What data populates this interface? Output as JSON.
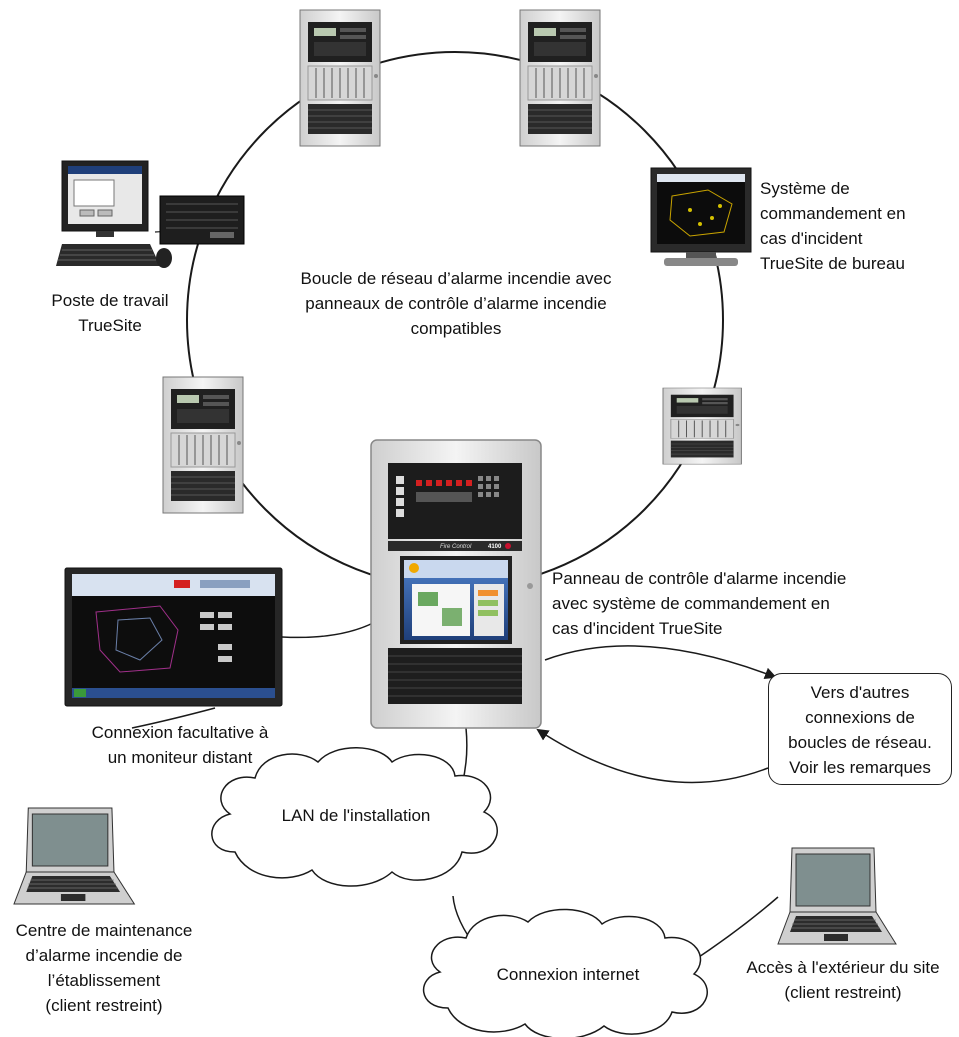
{
  "labels": {
    "network_loop": [
      "Boucle de réseau d’alarme incendie avec",
      "panneaux de contrôle d’alarme incendie",
      "compatibles"
    ],
    "workstation": [
      "Poste de travail",
      "TrueSite"
    ],
    "desktop_system": [
      "Système de",
      "commandement en",
      "cas d'incident",
      "TrueSite de bureau"
    ],
    "main_panel": [
      "Panneau de contrôle d'alarme incendie",
      "avec système de commandement en",
      "cas d'incident TrueSite"
    ],
    "other_connections": [
      "Vers d'autres",
      "connexions de",
      "boucles de réseau.",
      "Voir les remarques"
    ],
    "remote_monitor": [
      "Connexion facultative à",
      "un moniteur distant"
    ],
    "lan": "LAN de l'installation",
    "internet": "Connexion internet",
    "maintenance_center": [
      "Centre de maintenance",
      "d’alarme incendie de",
      "l’établissement",
      "(client restreint)"
    ],
    "offsite_access": [
      "Accès à l'extérieur du site",
      "(client restreint)"
    ],
    "panel_brand": "Fire Control",
    "panel_model": "4100"
  },
  "colors": {
    "line": "#1a1a1a",
    "cabinet": "#e6e6e6",
    "panel_dark": "#1c1c1c",
    "screen_blue": "#3a6fb8",
    "led_red": "#d42020",
    "brand_red": "#c8102e"
  },
  "icons": [
    "fire-panel-icon",
    "workstation-icon",
    "desktop-monitor-icon",
    "large-monitor-icon",
    "laptop-icon",
    "cloud-icon"
  ]
}
